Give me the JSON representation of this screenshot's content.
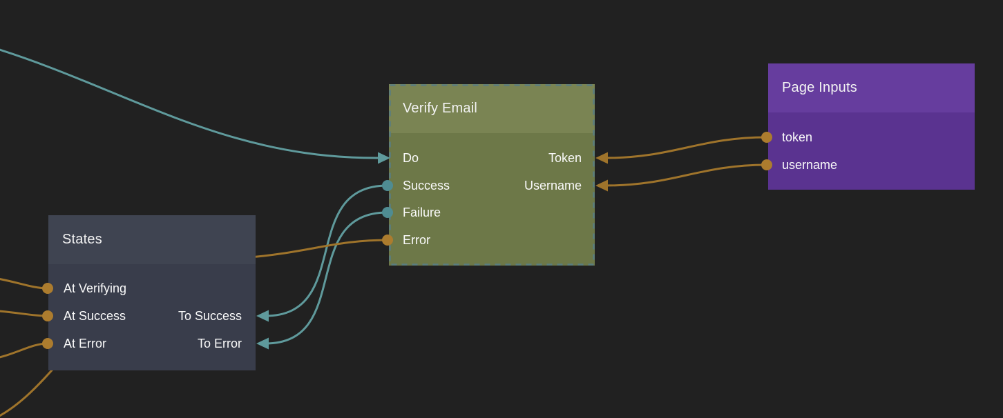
{
  "app": {
    "type": "visual-flow-editor-canvas"
  },
  "colors": {
    "background": "#212121",
    "signal": "#5F9A9C",
    "signal_port": "#4F8C92",
    "data": "#9F742B",
    "data_port": "#AC7C2E",
    "selection_outline": "#5A7D80",
    "title_text": "#F2F2F2",
    "port_text": "#FAFAFA",
    "verify_email_header": "#7A8453",
    "verify_email_body": "#6D7848",
    "page_inputs_header": "#663D9E",
    "page_inputs_body": "#5A3390",
    "states_header": "#3F4451",
    "states_body": "#393D4B"
  },
  "nodes": {
    "verify_email": {
      "title": "Verify Email",
      "selected": true,
      "left_ports": {
        "do": "Do",
        "success": "Success",
        "failure": "Failure",
        "error": "Error"
      },
      "right_ports": {
        "token": "Token",
        "username": "Username"
      }
    },
    "page_inputs": {
      "title": "Page Inputs",
      "selected": false,
      "left_ports": {
        "token": "token",
        "username": "username"
      }
    },
    "states": {
      "title": "States",
      "selected": false,
      "left_ports": {
        "at_verifying": "At Verifying",
        "at_success": "At Success",
        "at_error": "At Error"
      },
      "right_ports": {
        "to_success": "To Success",
        "to_error": "To Error"
      }
    }
  },
  "edges": [
    {
      "from": "offscreen-left-top",
      "to": "Verify Email.Do",
      "type": "signal"
    },
    {
      "from": "Verify Email.Success",
      "to": "States.To Success",
      "type": "signal"
    },
    {
      "from": "Verify Email.Failure",
      "to": "States.To Error",
      "type": "signal"
    },
    {
      "from": "States",
      "to": "Verify Email.Error",
      "type": "data"
    },
    {
      "from": "Page Inputs.token",
      "to": "Verify Email.Token",
      "type": "data"
    },
    {
      "from": "Page Inputs.username",
      "to": "Verify Email.Username",
      "type": "data"
    },
    {
      "from": "offscreen-left",
      "to": "States.At Verifying",
      "type": "data"
    },
    {
      "from": "offscreen-left",
      "to": "States.At Success",
      "type": "data"
    },
    {
      "from": "offscreen-left",
      "to": "States.At Error",
      "type": "data"
    },
    {
      "from": "offscreen-left-bottom",
      "to": "offscreen-under-states",
      "type": "data"
    }
  ]
}
